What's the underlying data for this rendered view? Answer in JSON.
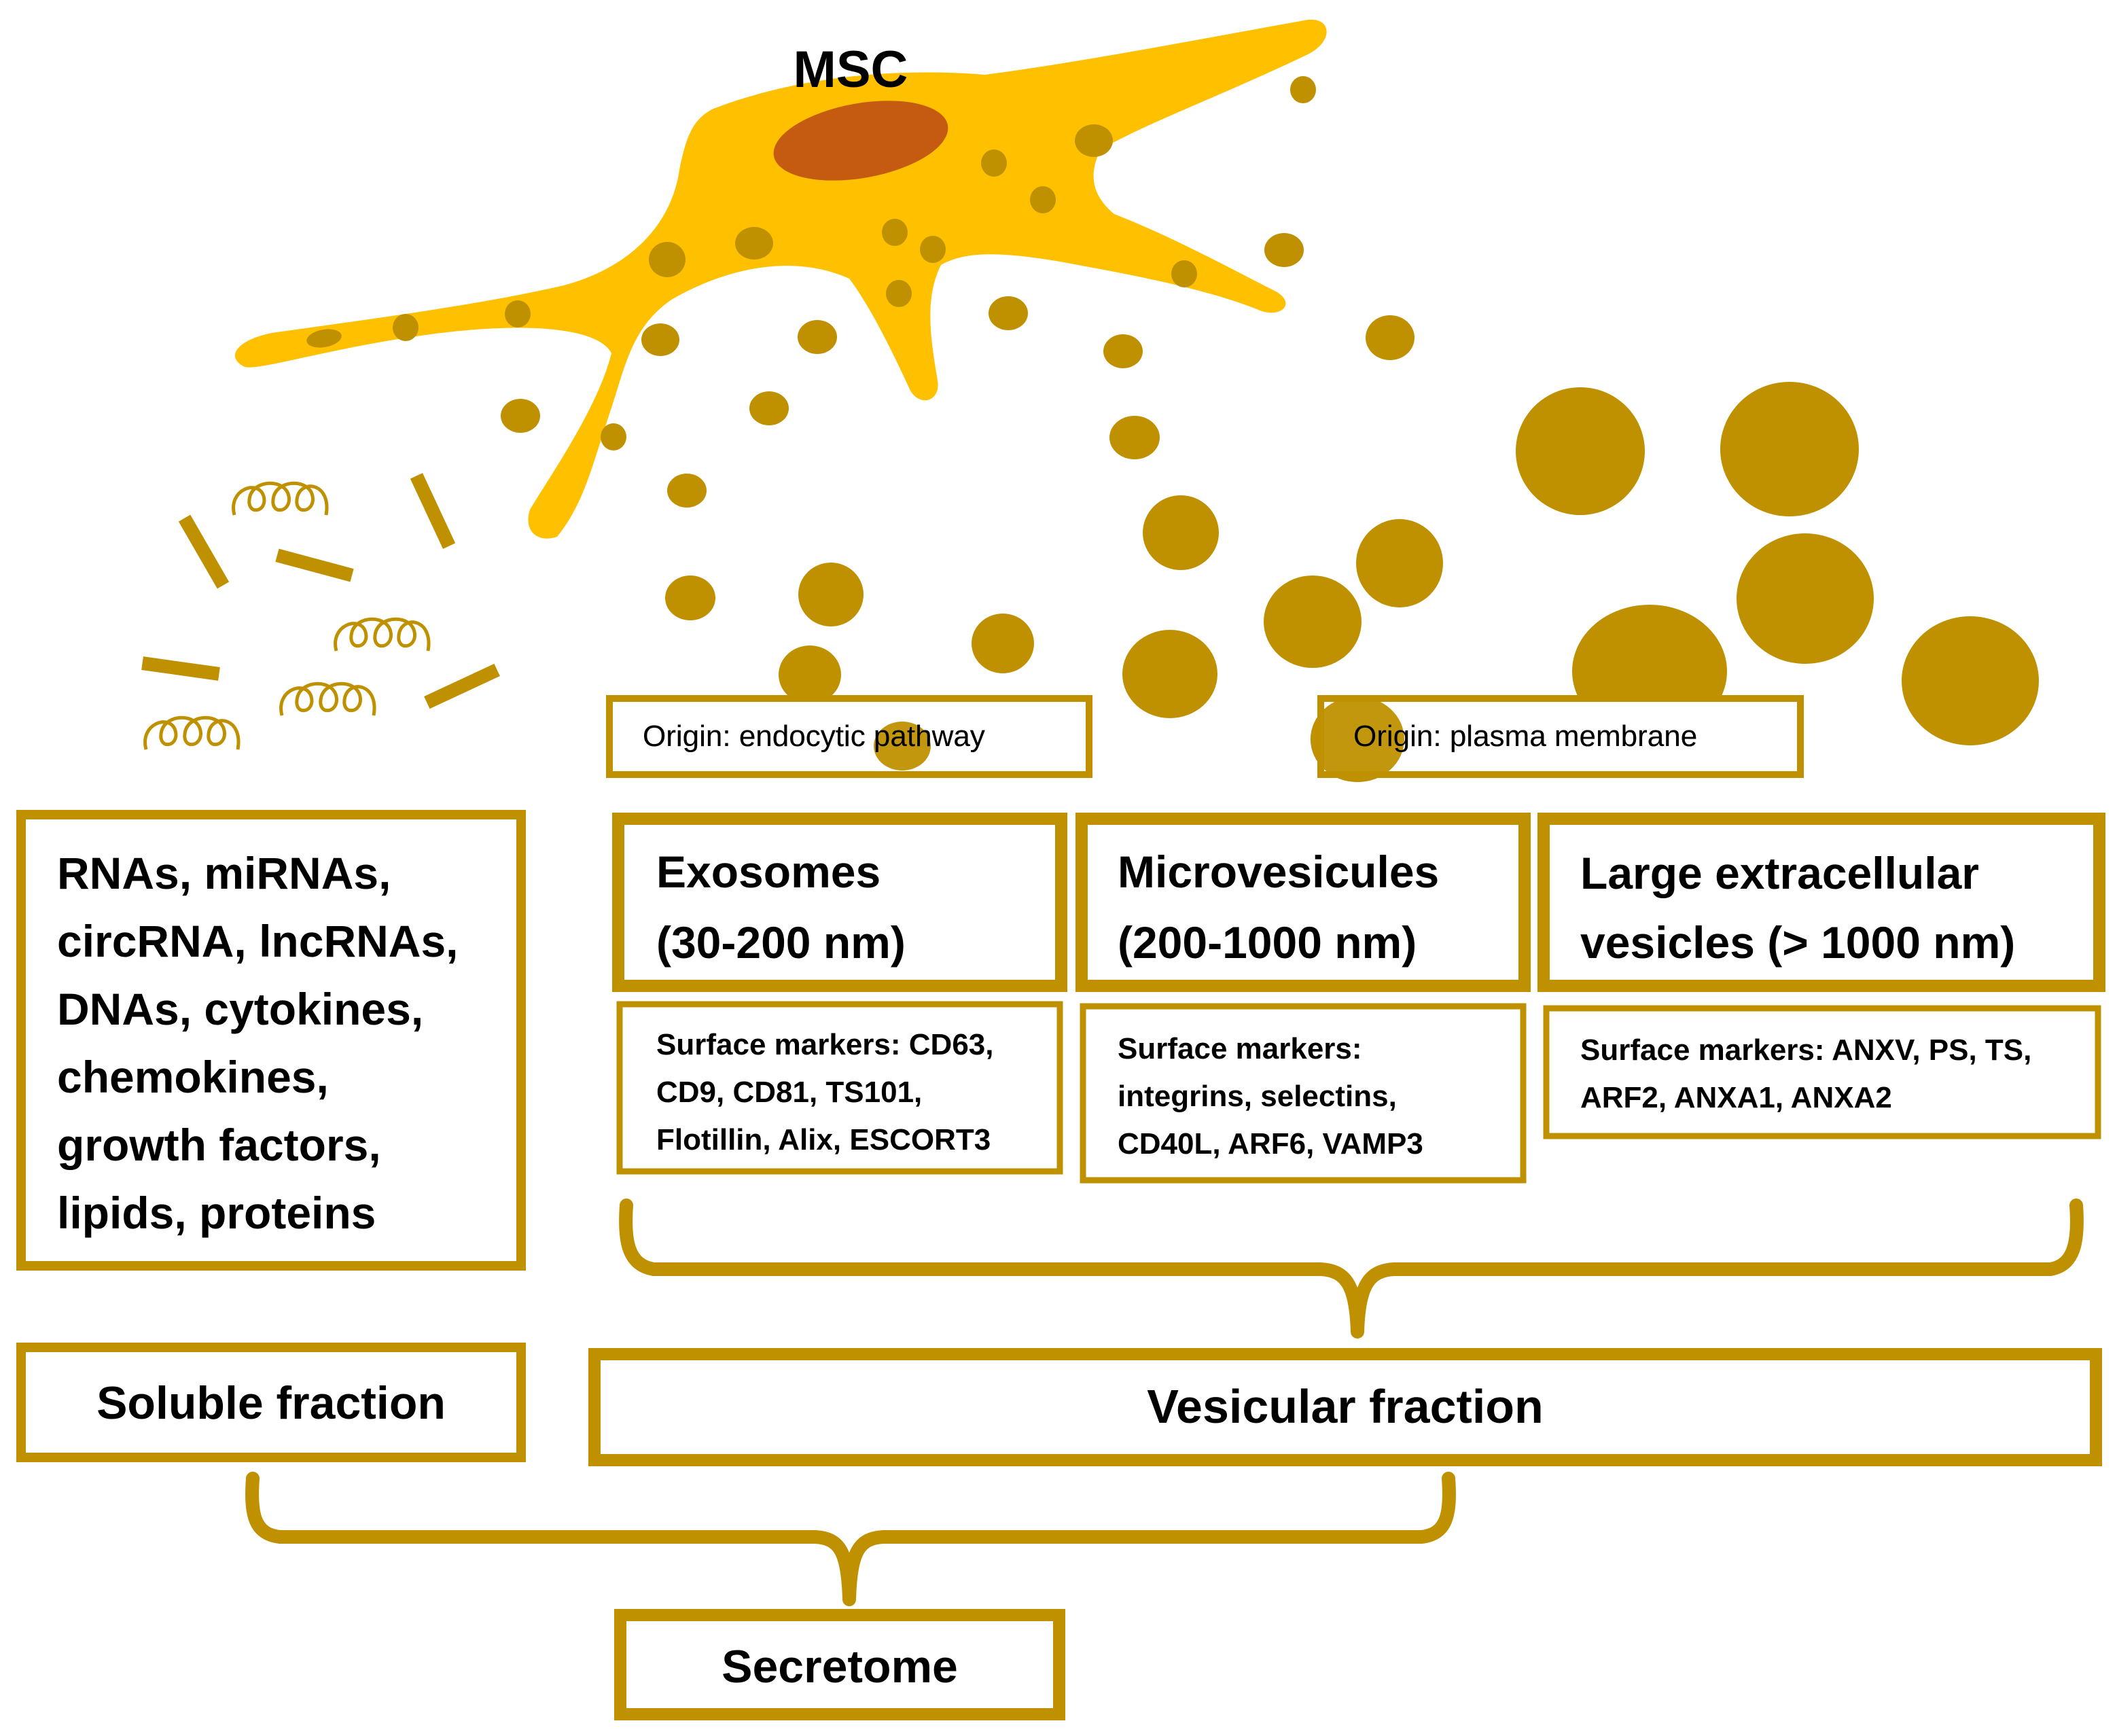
{
  "colors": {
    "cell_body": "#FFC000",
    "nucleus": "#C55A11",
    "gold": "#BF9000",
    "box_fill": "#FFFFFF",
    "text": "#000000"
  },
  "cell": {
    "label": "MSC"
  },
  "origins": {
    "endocytic": "Origin: endocytic pathway",
    "plasma": "Origin: plasma membrane"
  },
  "soluble_contents": {
    "lines": [
      "RNAs, miRNAs,",
      "circRNA, lncRNAs,",
      "DNAs, cytokines,",
      "chemokines,",
      "growth factors,",
      "lipids, proteins"
    ]
  },
  "vesicle_types": [
    {
      "name_lines": [
        "Exosomes",
        "(30-200 nm)"
      ],
      "marker_lines": [
        "Surface markers: CD63,",
        "CD9, CD81, TS101,",
        "Flotillin, Alix, ESCORT3"
      ]
    },
    {
      "name_lines": [
        "Microvesicules",
        "(200-1000 nm)"
      ],
      "marker_lines": [
        "Surface markers:",
        "integrins, selectins,",
        "CD40L, ARF6, VAMP3"
      ]
    },
    {
      "name_lines": [
        "Large extracellular",
        "vesicles (> 1000 nm)"
      ],
      "marker_lines": [
        "Surface markers: ANXV, PS, TS,",
        "ARF2, ANXA1, ANXA2"
      ]
    }
  ],
  "fractions": {
    "soluble": "Soluble fraction",
    "vesicular": "Vesicular fraction"
  },
  "secretome": "Secretome"
}
